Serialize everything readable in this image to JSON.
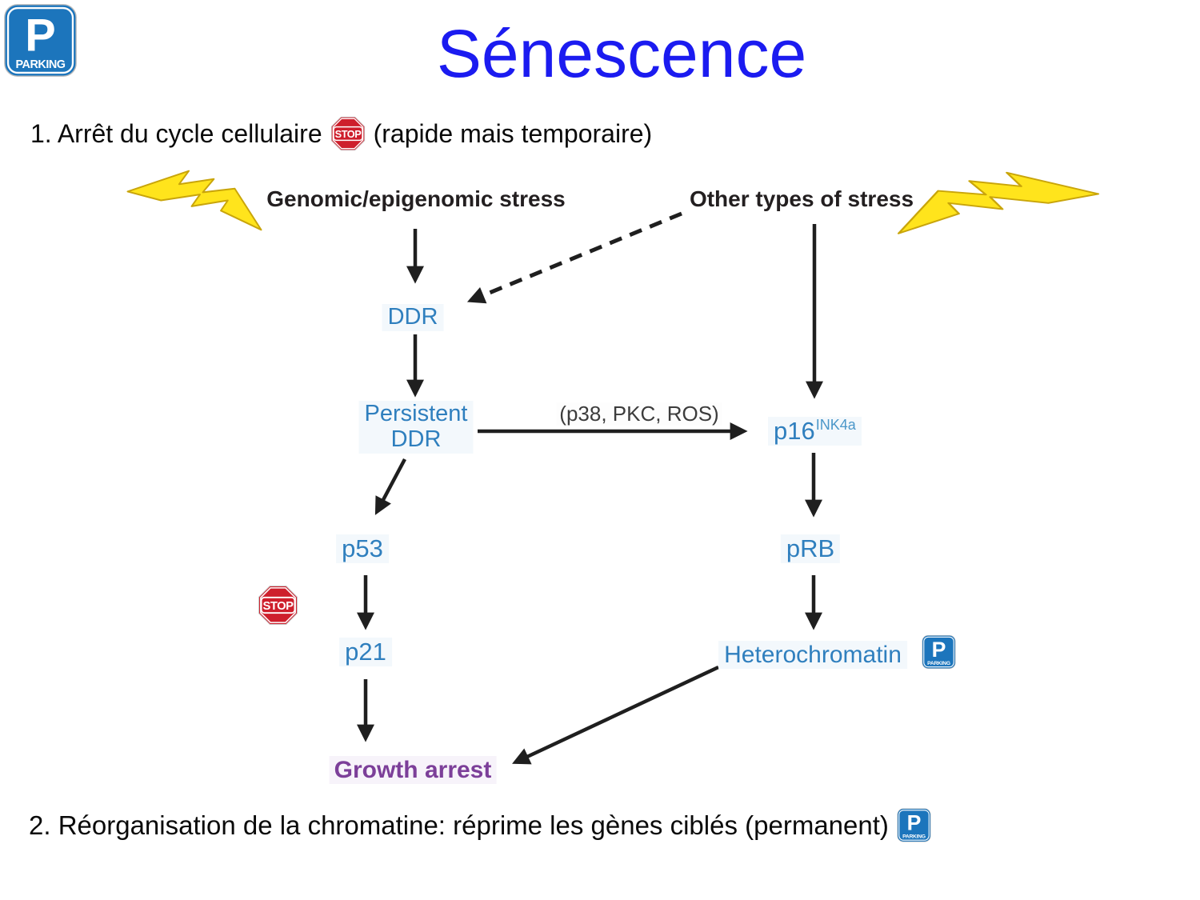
{
  "slide": {
    "title": "Sénescence",
    "title_color": "#1b1bf0",
    "point1": {
      "number_and_text": "1. Arrêt du cycle cellulaire",
      "suffix": "(rapide mais temporaire)"
    },
    "point2": {
      "text": "2. Réorganisation de la chromatine: réprime les gènes ciblés (permanent)"
    }
  },
  "icons": {
    "stop": {
      "label": "STOP",
      "red": "#ce1f2c"
    },
    "parking": {
      "p": "P",
      "label": "PARKING",
      "blue": "#1c75bc"
    }
  },
  "diagram": {
    "nodes": {
      "genomic_stress": "Genomic/epigenomic stress",
      "other_stress": "Other types of stress",
      "ddr": "DDR",
      "persistent_line1": "Persistent",
      "persistent_line2": "DDR",
      "kinases": "(p38, PKC, ROS)",
      "p16_base": "p16",
      "p16_sup": "INK4a",
      "p53": "p53",
      "p21": "p21",
      "prb": "pRB",
      "heterochromatin": "Heterochromatin",
      "growth_arrest": "Growth arrest"
    },
    "colors": {
      "node_blue": "#2f7fbe",
      "stress_text": "#231f20",
      "growth_purple": "#7c3f99",
      "arrow": "#1f1f1f",
      "lightning_fill": "#ffe41c",
      "lightning_stroke": "#c9a50a"
    }
  }
}
